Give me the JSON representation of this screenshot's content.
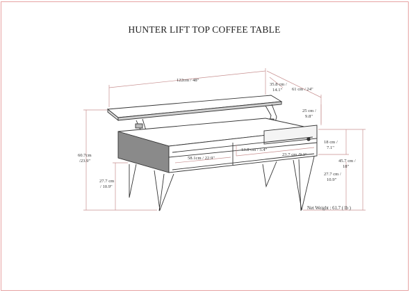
{
  "title": "HUNTER LIFT TOP COFFEE TABLE",
  "colors": {
    "frame": "#e7a3a3",
    "dimension_line": "#c78f8f",
    "line_art": "#333333"
  },
  "dimensions": {
    "top_length": "122cm / 48\"",
    "top_depth_cm": "35.8 cm /",
    "top_depth_in": "14.1\"",
    "overall_depth": "61 cm / 24\"",
    "lift_height_cm": "25 cm /",
    "lift_height_in": "9.8\"",
    "overall_height_cm": "60.7cm",
    "overall_height_in": "/23.9\"",
    "leg_height_left_cm": "27.7 cm",
    "leg_height_left_in": "/ 10.9\"",
    "drawer_height_cm": "18 cm /",
    "drawer_height_in": "7.1\"",
    "table_height_cm": "45.7 cm /",
    "table_height_in": "18\"",
    "leg_height_right_cm": "27.7 cm /",
    "leg_height_right_in": "10.9\"",
    "shelf_left_width": "58.1cm / 22.9\"",
    "shelf_height": "13.8 cm / 5.4\"",
    "shelf_right_width": "23.7 cm /9.3\""
  },
  "net_weight": "Net Weight : 61.7 ( lb )"
}
